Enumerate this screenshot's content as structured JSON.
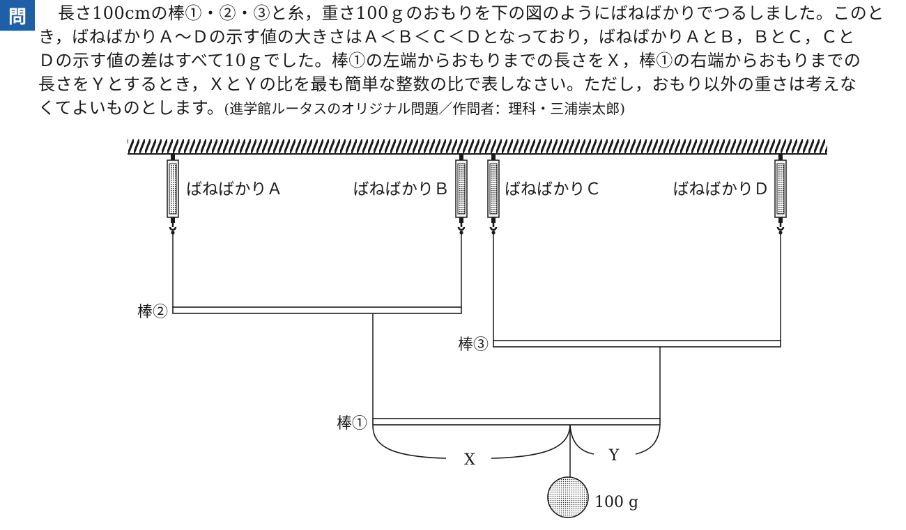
{
  "question": {
    "badge": "問",
    "lines": [
      "長さ100cmの棒①・②・③と糸，重さ100ｇのおもりを下の図のようにばねばかりでつるしました。このと",
      "き，ばねばかりＡ～Ｄの示す値の大きさはＡ＜Ｂ＜Ｃ＜Ｄとなっており，ばねばかりＡとＢ，ＢとＣ，Ｃと",
      "Ｄの示す値の差はすべて10ｇでした。棒①の左端からおもりまでの長さをＸ，棒①の右端からおもりまでの",
      "長さをＹとするとき，ＸとＹの比を最も簡単な整数の比で表しなさい。ただし，おもり以外の重さは考えな",
      "くてよいものとします。"
    ],
    "credit": "(進学館ルータスのオリジナル問題／作問者：理科・三浦崇太郎)"
  },
  "figure": {
    "scales": {
      "a": "ばねばかりＡ",
      "b": "ばねばかりＢ",
      "c": "ばねばかりＣ",
      "d": "ばねばかりＤ"
    },
    "rods": {
      "rod1": "棒①",
      "rod2": "棒②",
      "rod3": "棒③"
    },
    "lengths": {
      "x": "X",
      "y": "Y"
    },
    "weight_label": "100 g"
  }
}
